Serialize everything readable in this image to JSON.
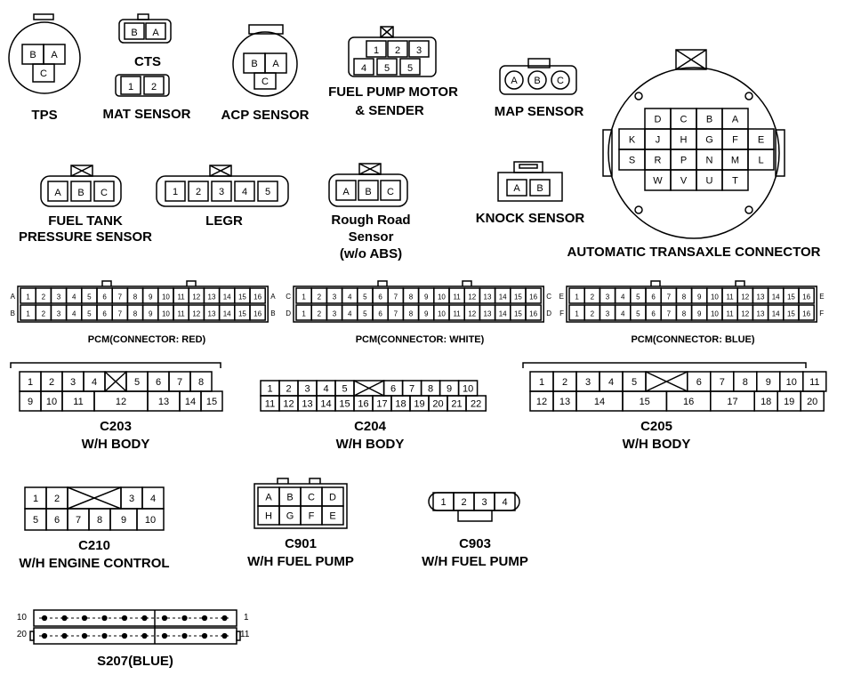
{
  "connectors": {
    "tps": {
      "label": "TPS",
      "pins": [
        "B",
        "A",
        "C"
      ]
    },
    "cts": {
      "label": "CTS",
      "pins": [
        "B",
        "A"
      ]
    },
    "mat": {
      "label": "MAT SENSOR",
      "pins": [
        "1",
        "2"
      ]
    },
    "acp": {
      "label": "ACP SENSOR",
      "pins": [
        "B",
        "A",
        "C"
      ]
    },
    "fuel_pump_motor": {
      "label_line1": "FUEL PUMP MOTOR",
      "label_line2": "& SENDER",
      "pins_top": [
        "1",
        "2",
        "3"
      ],
      "pins_bottom": [
        "4",
        "5",
        "5"
      ]
    },
    "map": {
      "label": "MAP SENSOR",
      "pins": [
        "A",
        "B",
        "C"
      ]
    },
    "auto_transaxle": {
      "label": "AUTOMATIC TRANSAXLE CONNECTOR",
      "rows": [
        [
          "D",
          "C",
          "B",
          "A"
        ],
        [
          "K",
          "J",
          "H",
          "G",
          "F",
          "E"
        ],
        [
          "S",
          "R",
          "P",
          "N",
          "M",
          "L"
        ],
        [
          "W",
          "V",
          "U",
          "T"
        ]
      ]
    },
    "fuel_tank": {
      "label_line1": "FUEL TANK",
      "label_line2": "PRESSURE SENSOR",
      "pins": [
        "A",
        "B",
        "C"
      ]
    },
    "legr": {
      "label": "LEGR",
      "pins": [
        "1",
        "2",
        "3",
        "4",
        "5"
      ]
    },
    "rough_road": {
      "label_line1": "Rough  Road",
      "label_line2": "Sensor",
      "label_line3": "(w/o  ABS)",
      "pins": [
        "A",
        "B",
        "C"
      ]
    },
    "knock": {
      "label": "KNOCK SENSOR",
      "pins": [
        "A",
        "B"
      ]
    },
    "pcm_red": {
      "label": "PCM(CONNECTOR: RED)",
      "row_left": [
        "A",
        "B"
      ],
      "row_right": [
        "A",
        "B"
      ],
      "pins": [
        "1",
        "2",
        "3",
        "4",
        "5",
        "6",
        "7",
        "8",
        "9",
        "10",
        "11",
        "12",
        "13",
        "14",
        "15",
        "16"
      ]
    },
    "pcm_white": {
      "label": "PCM(CONNECTOR: WHITE)",
      "row_left": [
        "C",
        "D"
      ],
      "row_right": [
        "C",
        "D"
      ],
      "pins": [
        "1",
        "2",
        "3",
        "4",
        "5",
        "6",
        "7",
        "8",
        "9",
        "10",
        "11",
        "12",
        "13",
        "14",
        "15",
        "16"
      ]
    },
    "pcm_blue": {
      "label": "PCM(CONNECTOR: BLUE)",
      "row_left": [
        "E",
        "F"
      ],
      "row_right": [
        "E",
        "F"
      ],
      "pins": [
        "1",
        "2",
        "3",
        "4",
        "5",
        "6",
        "7",
        "8",
        "9",
        "10",
        "11",
        "12",
        "13",
        "14",
        "15",
        "16"
      ]
    },
    "c203": {
      "label_line1": "C203",
      "label_line2": "W/H BODY",
      "top": [
        "1",
        "2",
        "3",
        "4",
        "X",
        "5",
        "6",
        "7",
        "8"
      ],
      "bottom": [
        "9",
        "10",
        "11",
        "12",
        "13",
        "14",
        "15"
      ]
    },
    "c204": {
      "label_line1": "C204",
      "label_line2": "W/H BODY",
      "top": [
        "1",
        "2",
        "3",
        "4",
        "5",
        "X",
        "6",
        "7",
        "8",
        "9",
        "10"
      ],
      "bottom": [
        "11",
        "12",
        "13",
        "14",
        "15",
        "16",
        "17",
        "18",
        "19",
        "20",
        "21",
        "22"
      ]
    },
    "c205": {
      "label_line1": "C205",
      "label_line2": "W/H BODY",
      "top": [
        "1",
        "2",
        "3",
        "4",
        "5",
        "X",
        "6",
        "7",
        "8",
        "9",
        "10",
        "11"
      ],
      "bottom": [
        "12",
        "13",
        "14",
        "15",
        "16",
        "17",
        "18",
        "19",
        "20"
      ]
    },
    "c210": {
      "label_line1": "C210",
      "label_line2": "W/H ENGINE CONTROL",
      "top": [
        "1",
        "2",
        "X",
        "3",
        "4"
      ],
      "bottom": [
        "5",
        "6",
        "7",
        "8",
        "9",
        "10"
      ]
    },
    "c901": {
      "label_line1": "C901",
      "label_line2": "W/H FUEL PUMP",
      "top": [
        "A",
        "B",
        "C",
        "D"
      ],
      "bottom": [
        "H",
        "G",
        "F",
        "E"
      ]
    },
    "c903": {
      "label_line1": "C903",
      "label_line2": "W/H FUEL PUMP",
      "pins": [
        "1",
        "2",
        "3",
        "4"
      ]
    },
    "s207": {
      "label": "S207(BLUE)",
      "left_top": "10",
      "left_bottom": "20",
      "right_top": "1",
      "right_bottom": "11"
    }
  }
}
